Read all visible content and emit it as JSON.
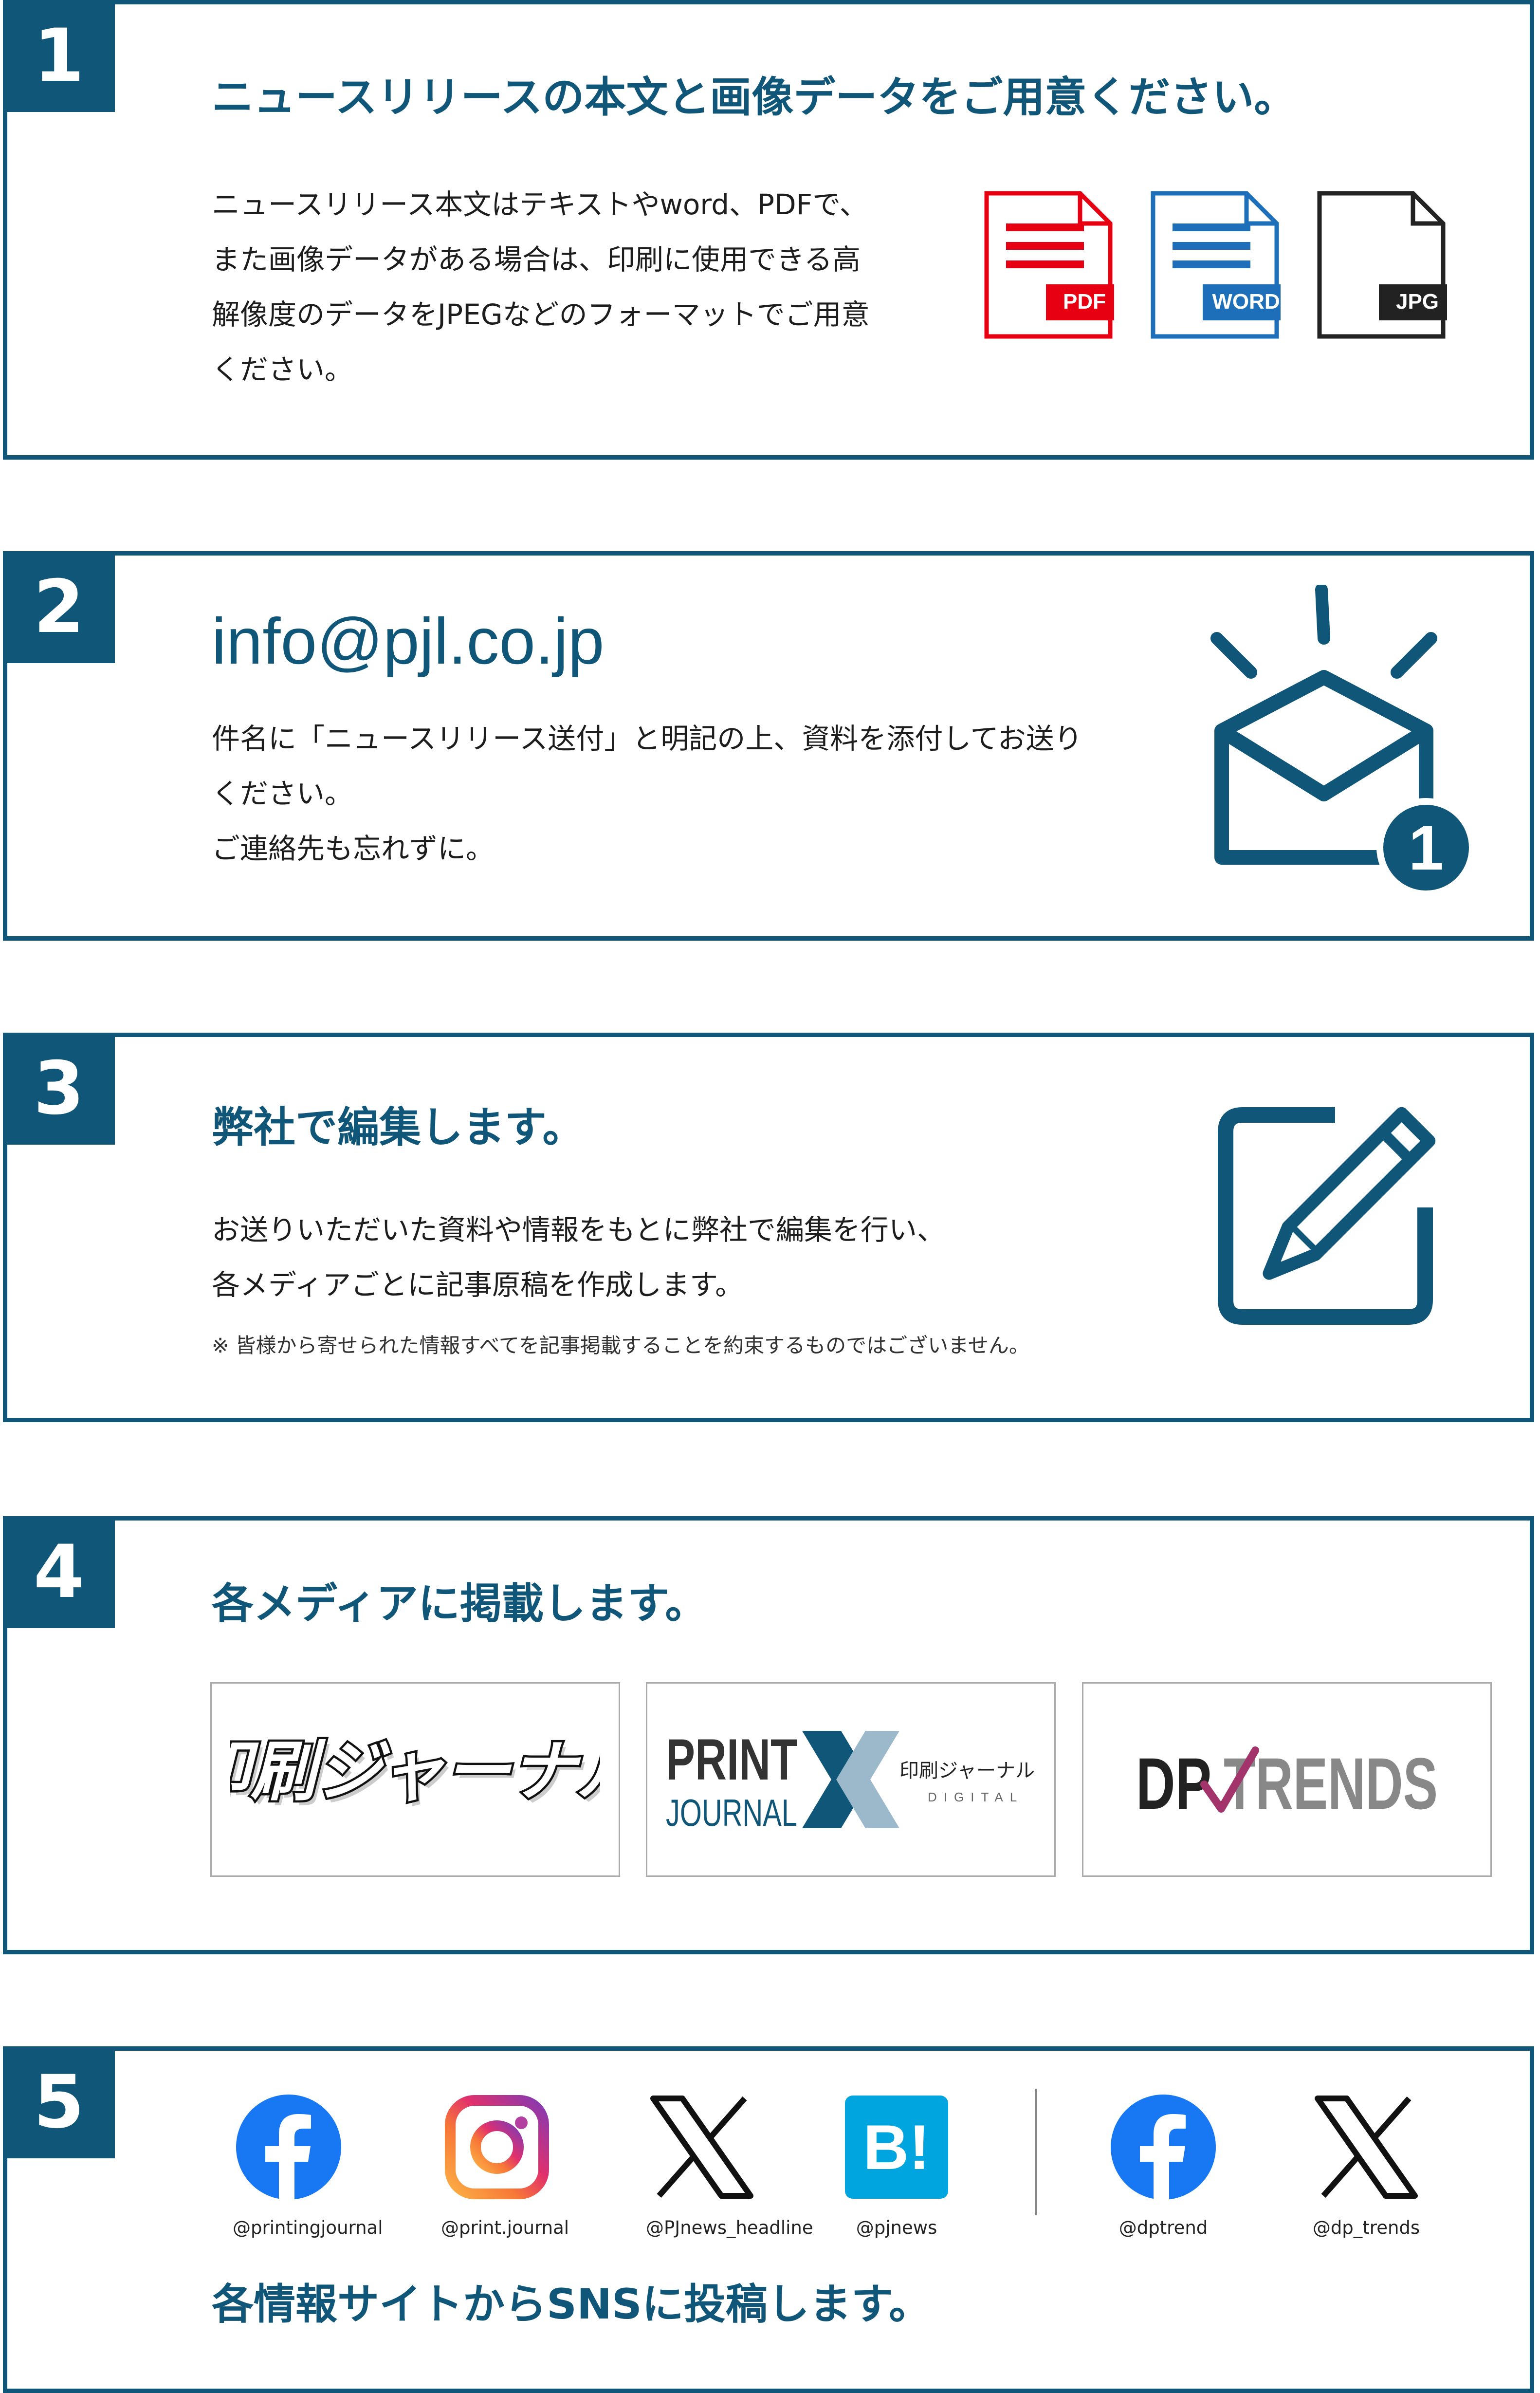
{
  "colors": {
    "brand": "#0f5678",
    "pdf": "#e60012",
    "word": "#1c6fb8",
    "jpg": "#222222",
    "dp_accent": "#a3336b"
  },
  "steps": [
    {
      "number": "1",
      "heading": "ニュースリリースの本文と画像データをご用意ください。",
      "body": [
        "ニュースリリース本文はテキストやword、PDFで、",
        "また画像データがある場合は、印刷に使用できる高",
        "解像度のデータをJPEGなどのフォーマットでご用意",
        "ください。"
      ],
      "file_icons": [
        {
          "icon": "pdf-file-icon",
          "label": "PDF"
        },
        {
          "icon": "word-file-icon",
          "label": "WORD"
        },
        {
          "icon": "jpg-file-icon",
          "label": "JPG"
        }
      ]
    },
    {
      "number": "2",
      "email": "info@pjl.co.jp",
      "body": [
        "件名に「ニュースリリース送付」と明記の上、資料を添付してお送り",
        "ください。",
        "ご連絡先も忘れずに。"
      ],
      "icon": "mail-notification-icon",
      "badge": "1"
    },
    {
      "number": "3",
      "heading": "弊社で編集します。",
      "body": [
        "お送りいただいた資料や情報をもとに弊社で編集を行い、",
        "各メディアごとに記事原稿を作成します。"
      ],
      "note": "※ 皆様から寄せられた情報すべてを記事掲載することを約束するものではございません。",
      "icon": "edit-pencil-icon"
    },
    {
      "number": "4",
      "heading": "各メディアに掲載します。",
      "logos": {
        "insatsu": "印刷ジャーナル",
        "pj_print": "PRINT",
        "pj_journal": "JOURNAL",
        "pj_jp": "印刷ジャーナル",
        "pj_digital": "DIGITAL",
        "dp_left": "DP",
        "dp_right": "TRENDS"
      }
    },
    {
      "number": "5",
      "heading": "各情報サイトからSNSに投稿します。",
      "sns": [
        {
          "icon": "facebook-icon",
          "handle": "@printingjournal"
        },
        {
          "icon": "instagram-icon",
          "handle": "@print.journal"
        },
        {
          "icon": "x-icon",
          "handle": "@PJnews_headline"
        },
        {
          "icon": "hatena-bookmark-icon",
          "handle": "@pjnews"
        },
        {
          "icon": "facebook-icon",
          "handle": "@dptrend"
        },
        {
          "icon": "x-icon",
          "handle": "@dp_trends"
        }
      ],
      "hatena_label": "B!"
    }
  ]
}
